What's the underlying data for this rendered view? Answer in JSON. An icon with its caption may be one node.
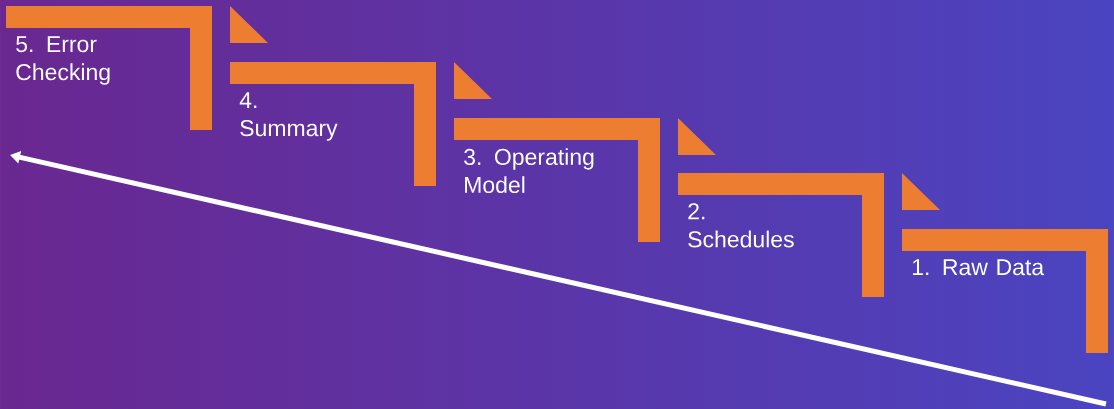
{
  "diagram": {
    "nodes": [
      {
        "text": [
          "5. Error Checking"
        ]
      },
      {
        "text": [
          "4. Summary"
        ]
      },
      {
        "text": [
          "3. Operating Model"
        ]
      },
      {
        "text": [
          "2. Schedules"
        ]
      },
      {
        "text": [
          "1. Raw Data"
        ]
      }
    ]
  }
}
